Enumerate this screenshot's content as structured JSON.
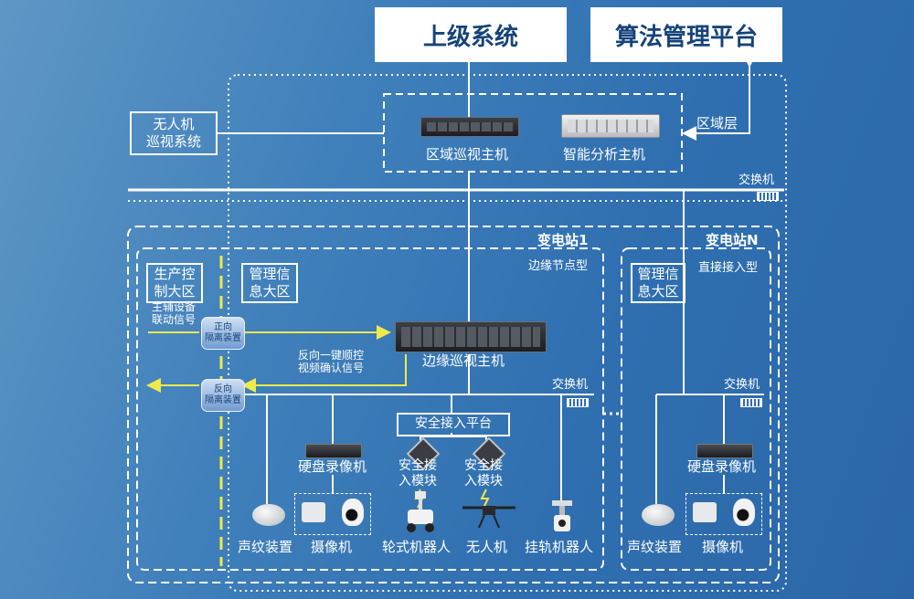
{
  "top": {
    "upper_system": "上级系统",
    "algo_platform": "算法管理平台"
  },
  "uav_system": "无人机\n巡视系统",
  "region_layer": "区域层",
  "region_host": "区域巡视主机",
  "analysis_host": "智能分析主机",
  "switch_label": "交换机",
  "station1": {
    "title": "变电站1",
    "type": "边缘节点型",
    "zone_control": "生产控\n制大区",
    "zone_mgmt": "管理信\n息大区",
    "linkage_signal": "主辅设备\n联动信号",
    "forward_iso": "正向\n隔离装置",
    "reverse_iso": "反向\n隔离装置",
    "reverse_signal": "反向一键顺控\n视频确认信号",
    "edge_host": "边缘巡视主机",
    "switch": "交换机",
    "secure_platform": "安全接入平台",
    "secure_module": "安全接\n入模块",
    "nvr": "硬盘录像机",
    "devices": [
      "声纹装置",
      "摄像机",
      "轮式机器人",
      "无人机",
      "挂轨机器人"
    ]
  },
  "stationN": {
    "title": "变电站N",
    "type": "直接接入型",
    "zone_mgmt": "管理信\n息大区",
    "switch": "交换机",
    "nvr": "硬盘录像机",
    "devices": [
      "声纹装置",
      "摄像机"
    ]
  },
  "colors": {
    "signal_yellow": "#f0e94a",
    "brand_blue": "#16437a"
  }
}
